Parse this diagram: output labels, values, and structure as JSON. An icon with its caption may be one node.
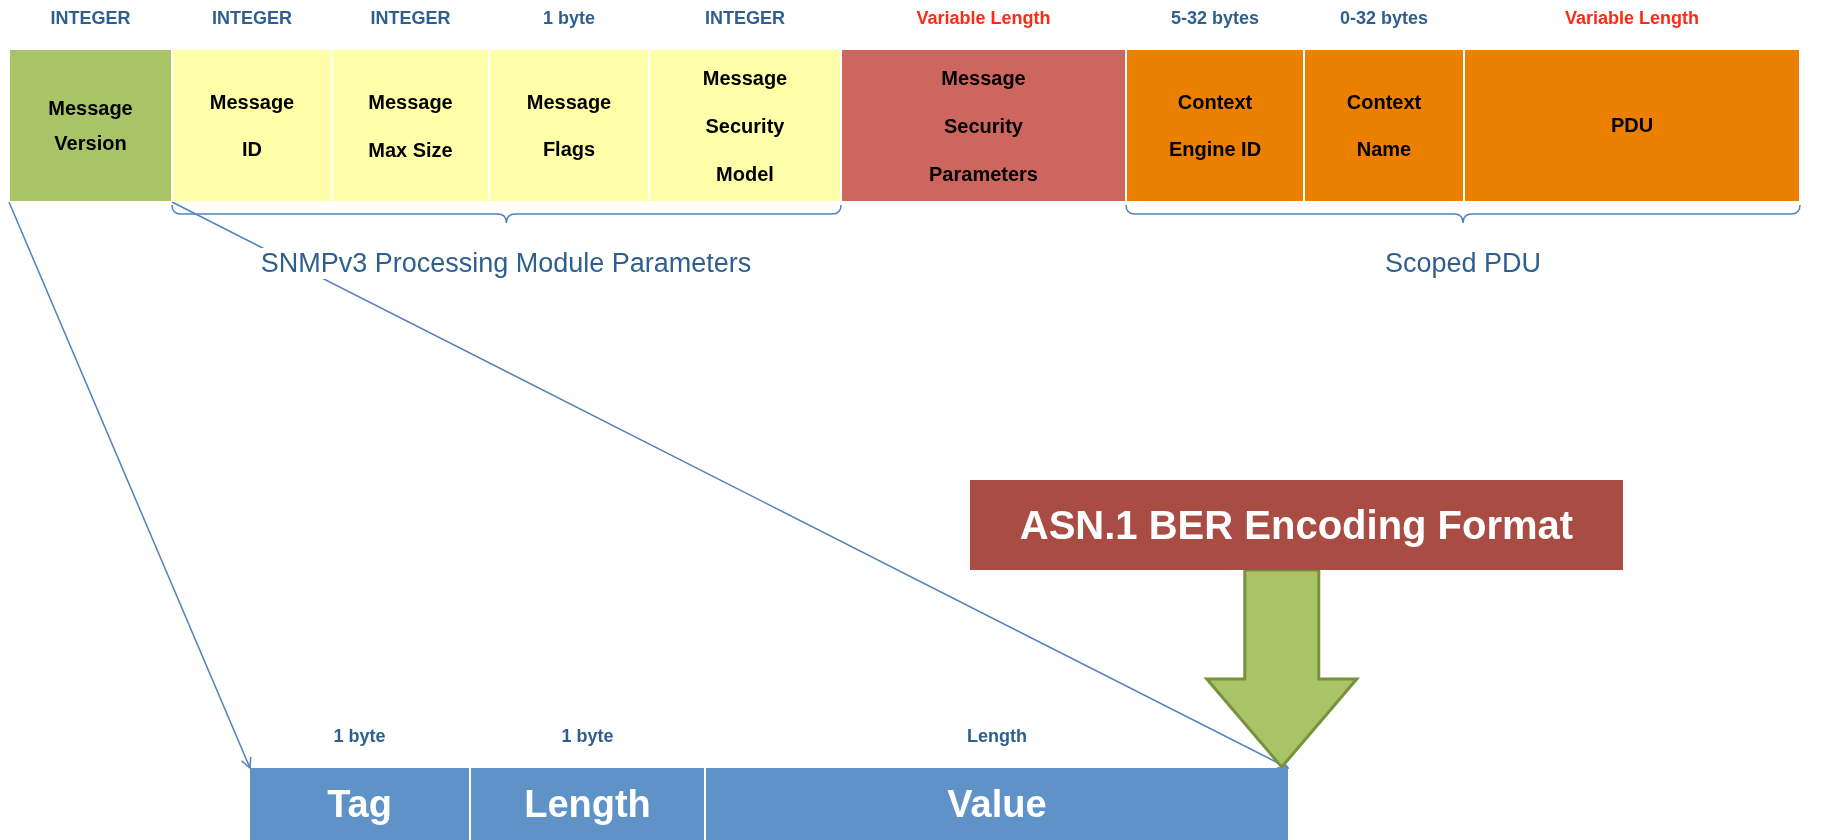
{
  "diagram": {
    "nodes": [
      {
        "text": [
          "Message Version"
        ],
        "beside": [
          "INTEGER"
        ]
      },
      {
        "text": [
          "Message ID"
        ],
        "beside": [
          "INTEGER"
        ]
      },
      {
        "text": [
          "Message Max Size"
        ],
        "beside": [
          "INTEGER"
        ]
      },
      {
        "text": [
          "Message Flags"
        ],
        "beside": [
          "1 byte"
        ]
      },
      {
        "text": [
          "Message Security Model"
        ],
        "beside": [
          "INTEGER"
        ]
      },
      {
        "text": [
          "Message Security Parameters"
        ],
        "beside": [
          "Variable Length"
        ]
      },
      {
        "text": [
          "Context Engine ID"
        ],
        "beside": [
          "5-32 bytes"
        ]
      },
      {
        "text": [
          "Context Name"
        ],
        "beside": [
          "0-32 bytes"
        ]
      },
      {
        "text": [
          "PDU"
        ],
        "beside": [
          "Variable Length"
        ]
      },
      {
        "text": [
          "ASN.1 BER Encoding Format"
        ]
      },
      {
        "text": [],
        "shape": "bar"
      },
      {
        "text": [
          "Tag"
        ],
        "beside": [
          "1 byte"
        ],
        "in": 10
      },
      {
        "text": [
          "Length"
        ],
        "beside": [
          "1 byte"
        ],
        "in": 10
      },
      {
        "text": [
          "Value"
        ],
        "beside": [
          "Length"
        ],
        "in": 10
      }
    ],
    "edges": [
      {
        "from": 0,
        "to": 10,
        "arrow": "to"
      },
      {
        "from": 0,
        "to": 10,
        "arrow": "to"
      },
      {
        "from": 9,
        "to": 10,
        "arrow": "to",
        "style": "thick",
        "color": "#a9c466"
      }
    ],
    "labels": [
      "SNMPv3 Processing Module Parameters",
      "Scoped PDU"
    ]
  }
}
